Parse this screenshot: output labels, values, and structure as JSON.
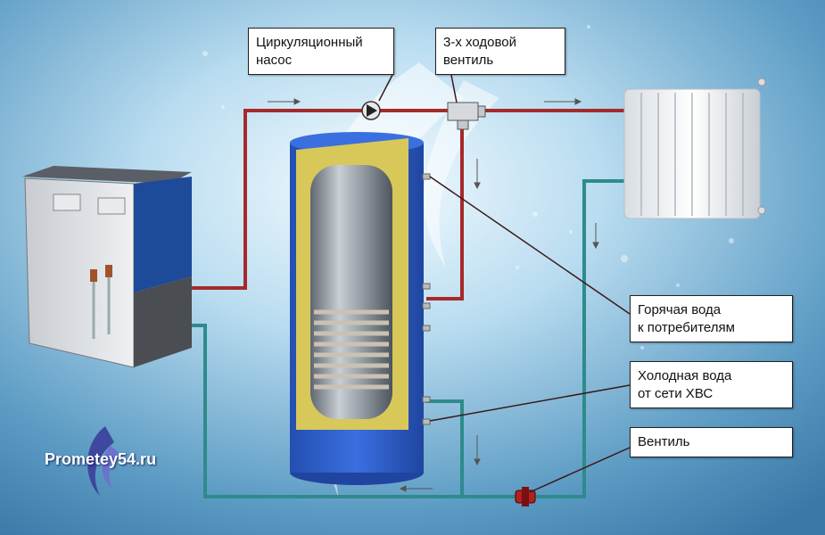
{
  "callouts": {
    "pump": {
      "line1": "Циркуляционный",
      "line2": "насос"
    },
    "valve3": {
      "line1": "3-х ходовой",
      "line2": "вентиль"
    },
    "hot_water": {
      "line1": "Горячая вода",
      "line2": "к потребителям"
    },
    "cold_water": {
      "line1": "Холодная вода",
      "line2": "от сети ХВС"
    },
    "valve": {
      "line1": "Вентиль"
    }
  },
  "logo": {
    "text": "Prometey54.ru",
    "icon": "flame-logo-icon"
  },
  "colors": {
    "hot_pipe": "#a52a2a",
    "cold_pipe": "#2e8b8b",
    "tank_blue": "#2f5fc8",
    "insulation": "#d8c85a",
    "boiler_blue": "#1e4a9a"
  }
}
